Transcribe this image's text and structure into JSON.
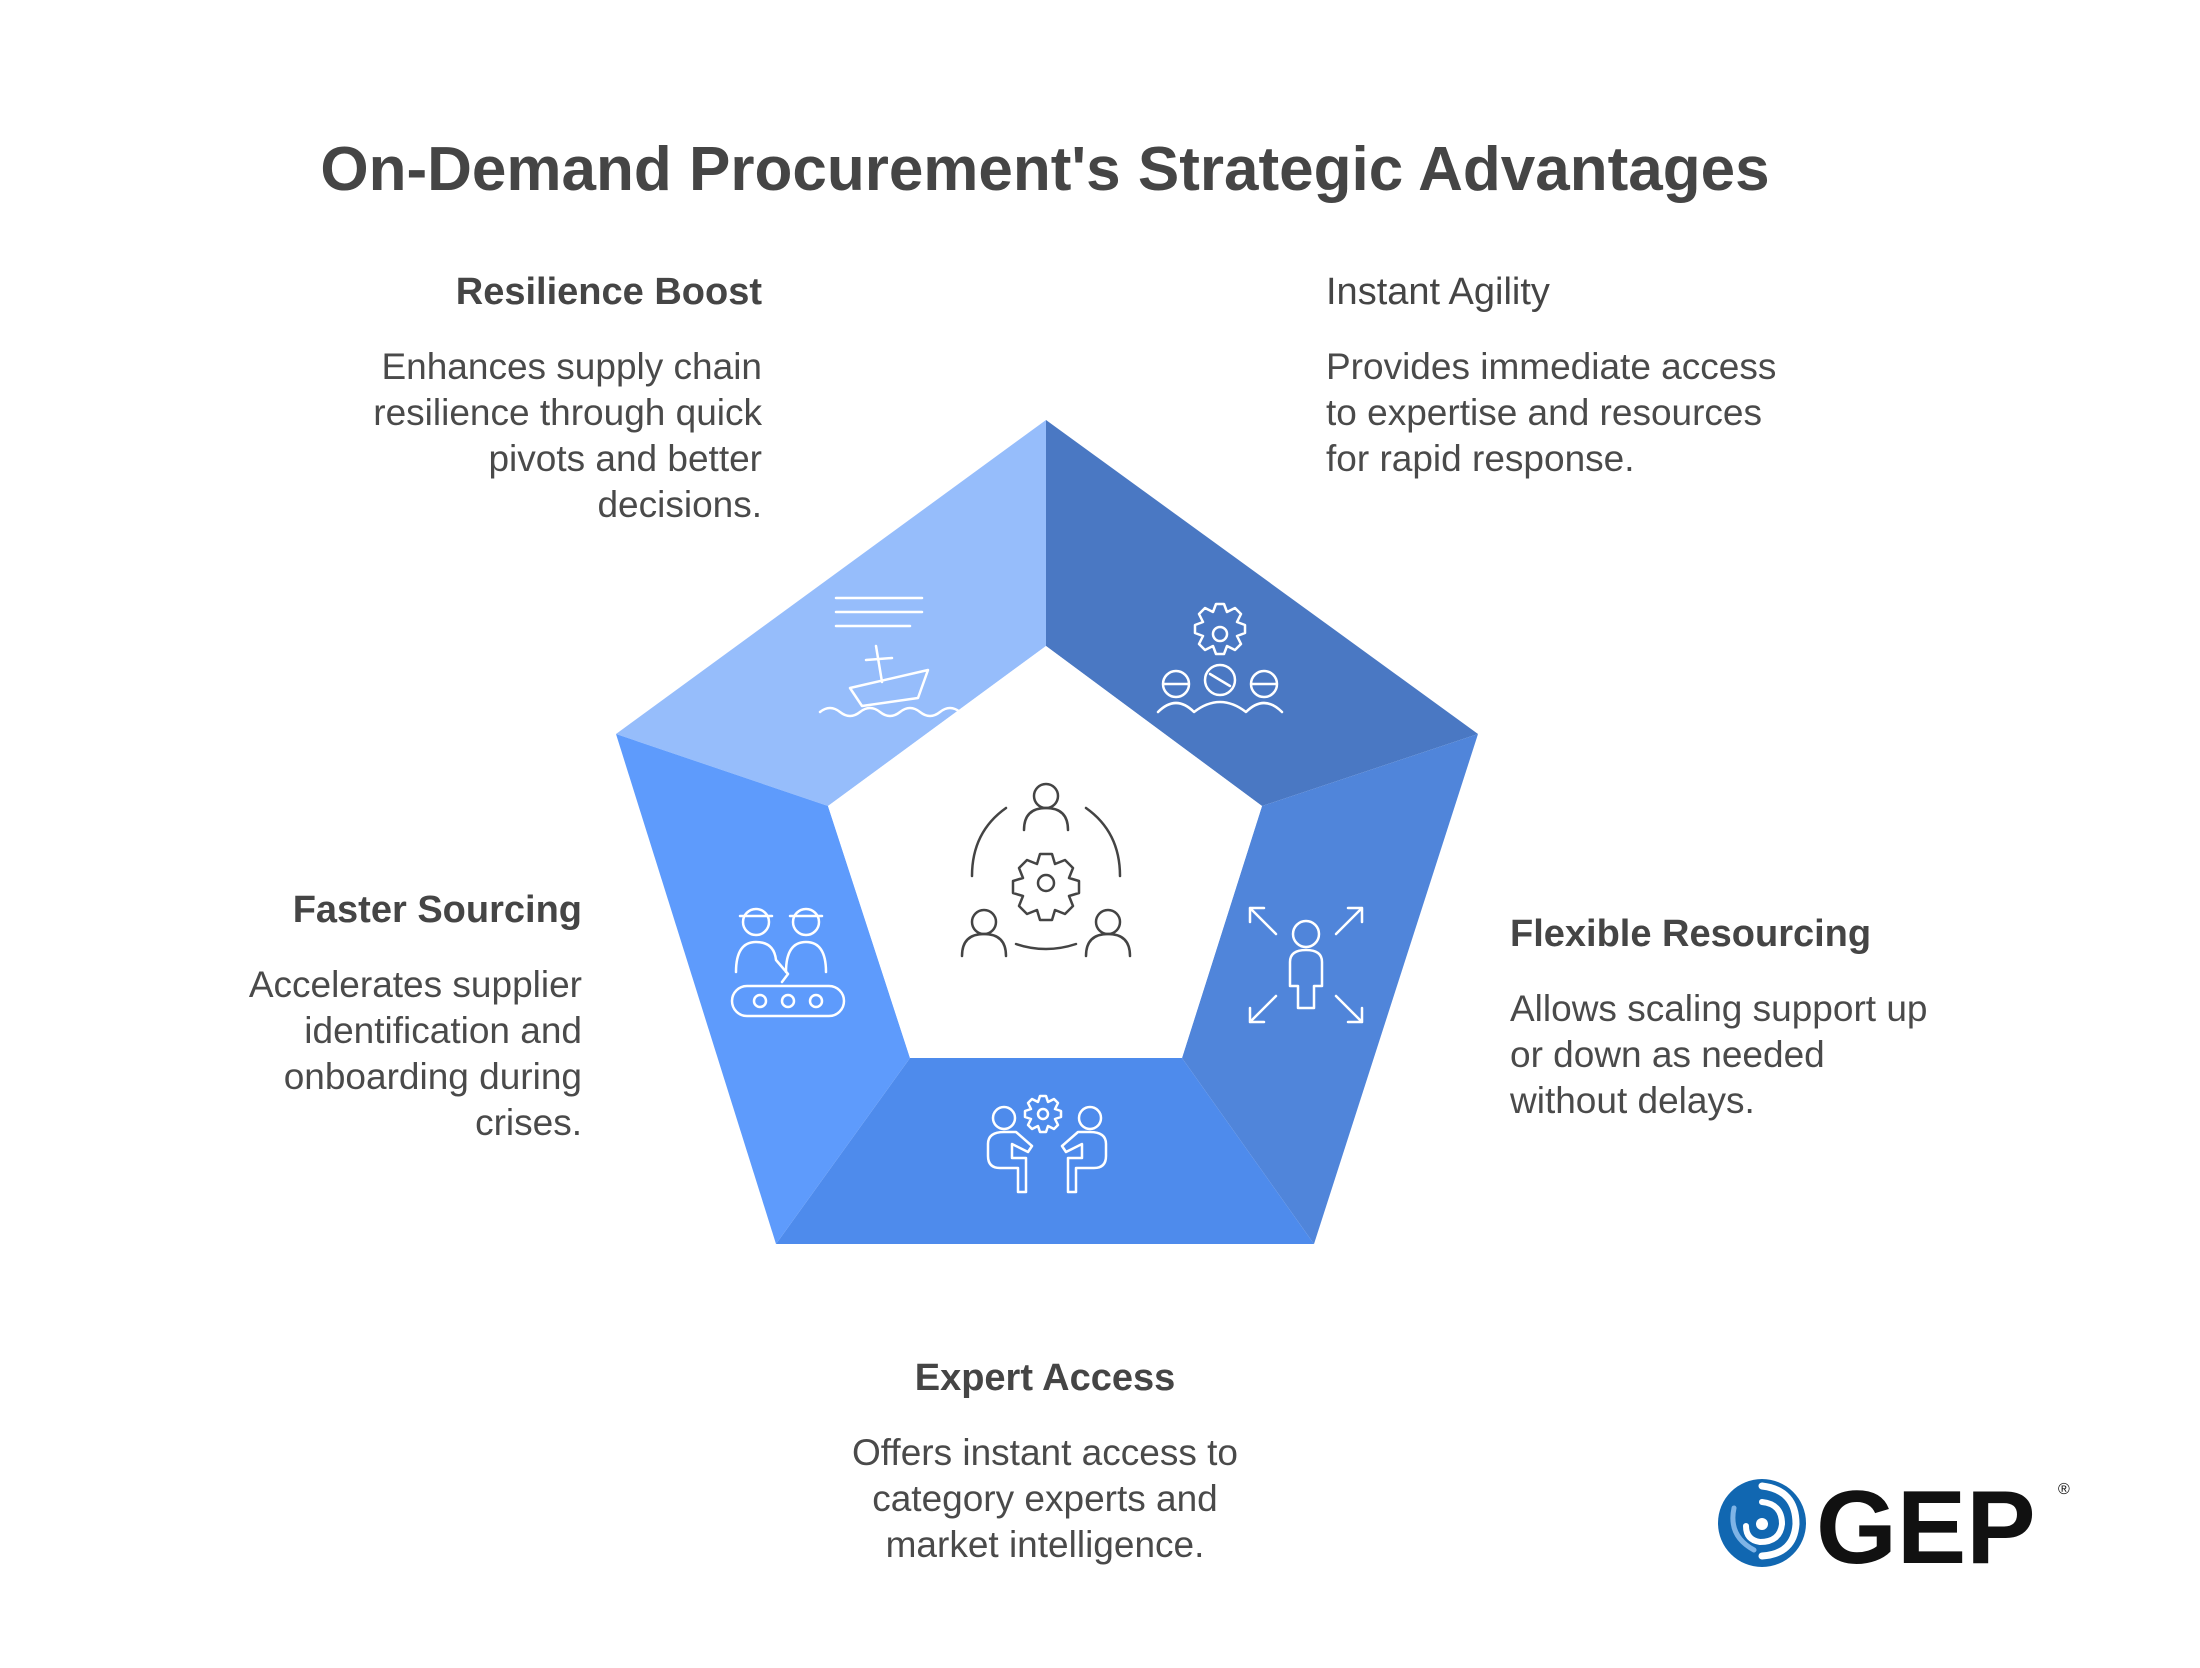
{
  "title": "On-Demand Procurement's Strategic Advantages",
  "segments": [
    {
      "id": "resilience",
      "heading": "Resilience Boost",
      "description": "Enhances supply chain resilience through quick pivots and better decisions.",
      "icon": "sinking-ship-icon",
      "color": "#96BDFB"
    },
    {
      "id": "agility",
      "heading": "Instant Agility",
      "description": "Provides immediate access to expertise and resources for rapid response.",
      "icon": "team-gear-icon",
      "color": "#4A78C3"
    },
    {
      "id": "flexible",
      "heading": "Flexible Resourcing",
      "description": "Allows scaling support up or down as needed without delays.",
      "icon": "scaling-person-icon",
      "color": "#5085DA"
    },
    {
      "id": "expert",
      "heading": "Expert Access",
      "description": "Offers instant access to category experts and market intelligence.",
      "icon": "consultation-icon",
      "color": "#4E8BEC"
    },
    {
      "id": "sourcing",
      "heading": "Faster Sourcing",
      "description": "Accelerates supplier identification and onboarding during crises.",
      "icon": "workers-conveyor-icon",
      "color": "#5E9BFC"
    }
  ],
  "center_icon": "collaboration-cycle-icon",
  "logo": {
    "text": "GEP",
    "mark": "®",
    "brand_color": "#1167B1"
  }
}
